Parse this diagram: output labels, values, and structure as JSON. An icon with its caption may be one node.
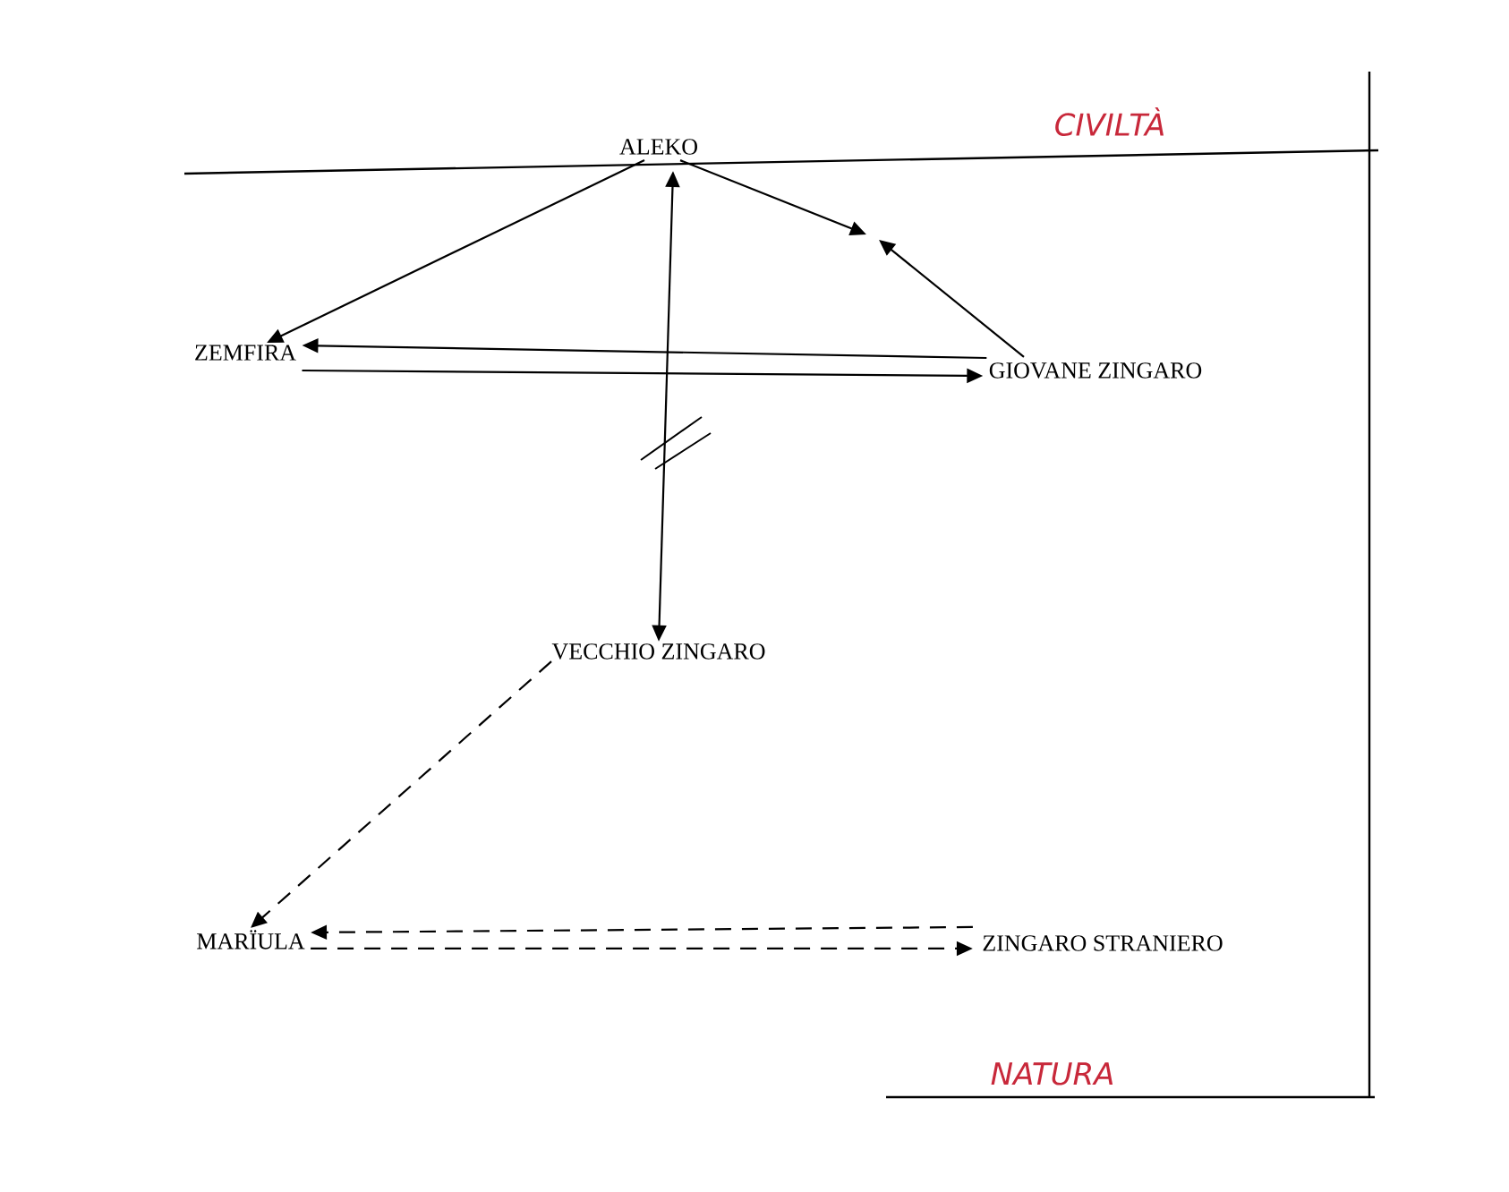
{
  "diagram": {
    "nodes": [
      {
        "text": [
          "ALEKO"
        ]
      },
      {
        "text": [
          "ZEMFIRA"
        ]
      },
      {
        "text": [
          "GIOVANE ZINGARO"
        ]
      },
      {
        "text": [
          "VECCHIO ZINGARO"
        ]
      },
      {
        "text": [
          "MARÏULA"
        ]
      },
      {
        "text": [
          "ZINGARO STRANIERO"
        ]
      }
    ],
    "edges": [
      {
        "from": 0,
        "to": 1,
        "arrow": "to"
      },
      {
        "from": 0,
        "to": null,
        "arrow": "to"
      },
      {
        "from": 2,
        "to": null,
        "arrow": "to"
      },
      {
        "from": 0,
        "to": 3,
        "arrow": "both"
      },
      {
        "from": 2,
        "to": 1,
        "arrow": "to"
      },
      {
        "from": 1,
        "to": 2,
        "arrow": "to"
      },
      {
        "from": 3,
        "to": 4,
        "arrow": "to",
        "style": "dashed"
      },
      {
        "from": 5,
        "to": 4,
        "arrow": "to",
        "style": "dashed"
      },
      {
        "from": 4,
        "to": 5,
        "arrow": "to",
        "style": "dashed"
      }
    ],
    "labels": [
      "CIVILTÀ",
      "NATURA"
    ]
  }
}
